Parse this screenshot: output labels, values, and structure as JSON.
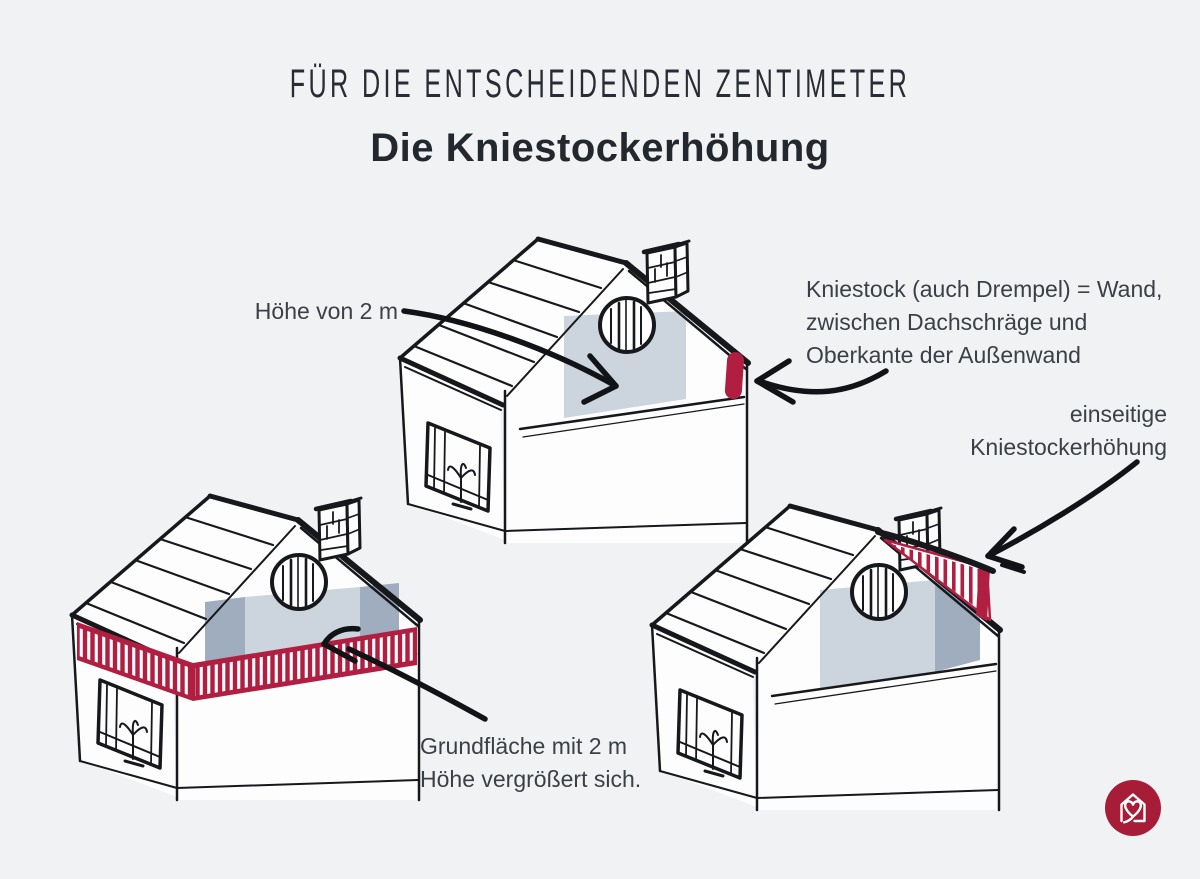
{
  "header": {
    "kicker": "FÜR DIE ENTSCHEIDENDEN ZENTIMETER",
    "title": "Die Kniestockerhöhung"
  },
  "annotations": {
    "height_label": "Höhe von 2 m",
    "kniestock": [
      "Kniestock (auch Drempel) = Wand,",
      "zwischen Dachschräge und",
      "Oberkante der Außenwand"
    ],
    "one_sided": [
      "einseitige",
      "Kniestockerhöhung"
    ],
    "floor_area": [
      "Grundfläche mit 2 m",
      "Höhe vergrößert sich."
    ]
  },
  "illustrations": {
    "house_standard": "house sketch with 2 m height zone and red kniestock marker",
    "house_raised": "house sketch with red raised knee-wall band on both sides",
    "house_one_sided": "house sketch with one-sided knee-wall raise triangle"
  },
  "logo": {
    "icon": "house-heart"
  },
  "colors": {
    "background": "#f1f2f4",
    "ink": "#17181b",
    "arrow": "#121316",
    "accent_red": "#b01f42",
    "logo_red": "#a71d38",
    "shade_light": "#ccd4dd",
    "shade_dark": "#9fadbf",
    "text": "#3b4046",
    "title": "#23272e",
    "kicker": "#292d33",
    "paper": "#fdfdfe"
  }
}
